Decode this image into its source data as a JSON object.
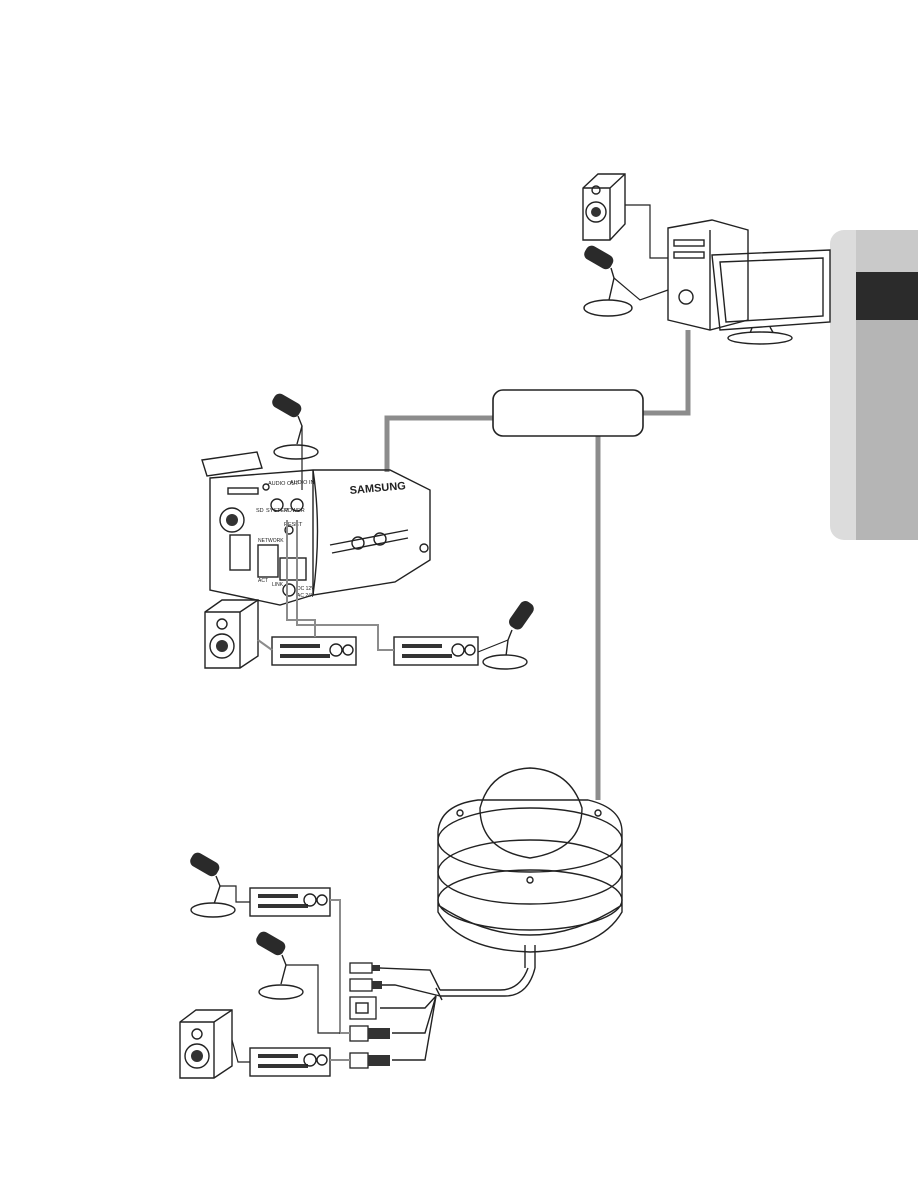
{
  "camera": {
    "brand": "SAMSUNG"
  },
  "camera_labels": {
    "audio_out": "AUDIO OUT",
    "audio_in": "AUDIO IN",
    "sd": "SD",
    "system": "SYSTEM",
    "power": "POWER",
    "reset": "RESET",
    "network": "NETWORK",
    "act": "ACT",
    "link": "LINK",
    "dc": "DC 12V",
    "ac": "AC 24V"
  },
  "network_box": {
    "label": ""
  },
  "side_tab": {
    "colors": [
      "#c9c9c9",
      "#2b2b2b",
      "#b5b5b5",
      "#dcdcdc"
    ]
  }
}
